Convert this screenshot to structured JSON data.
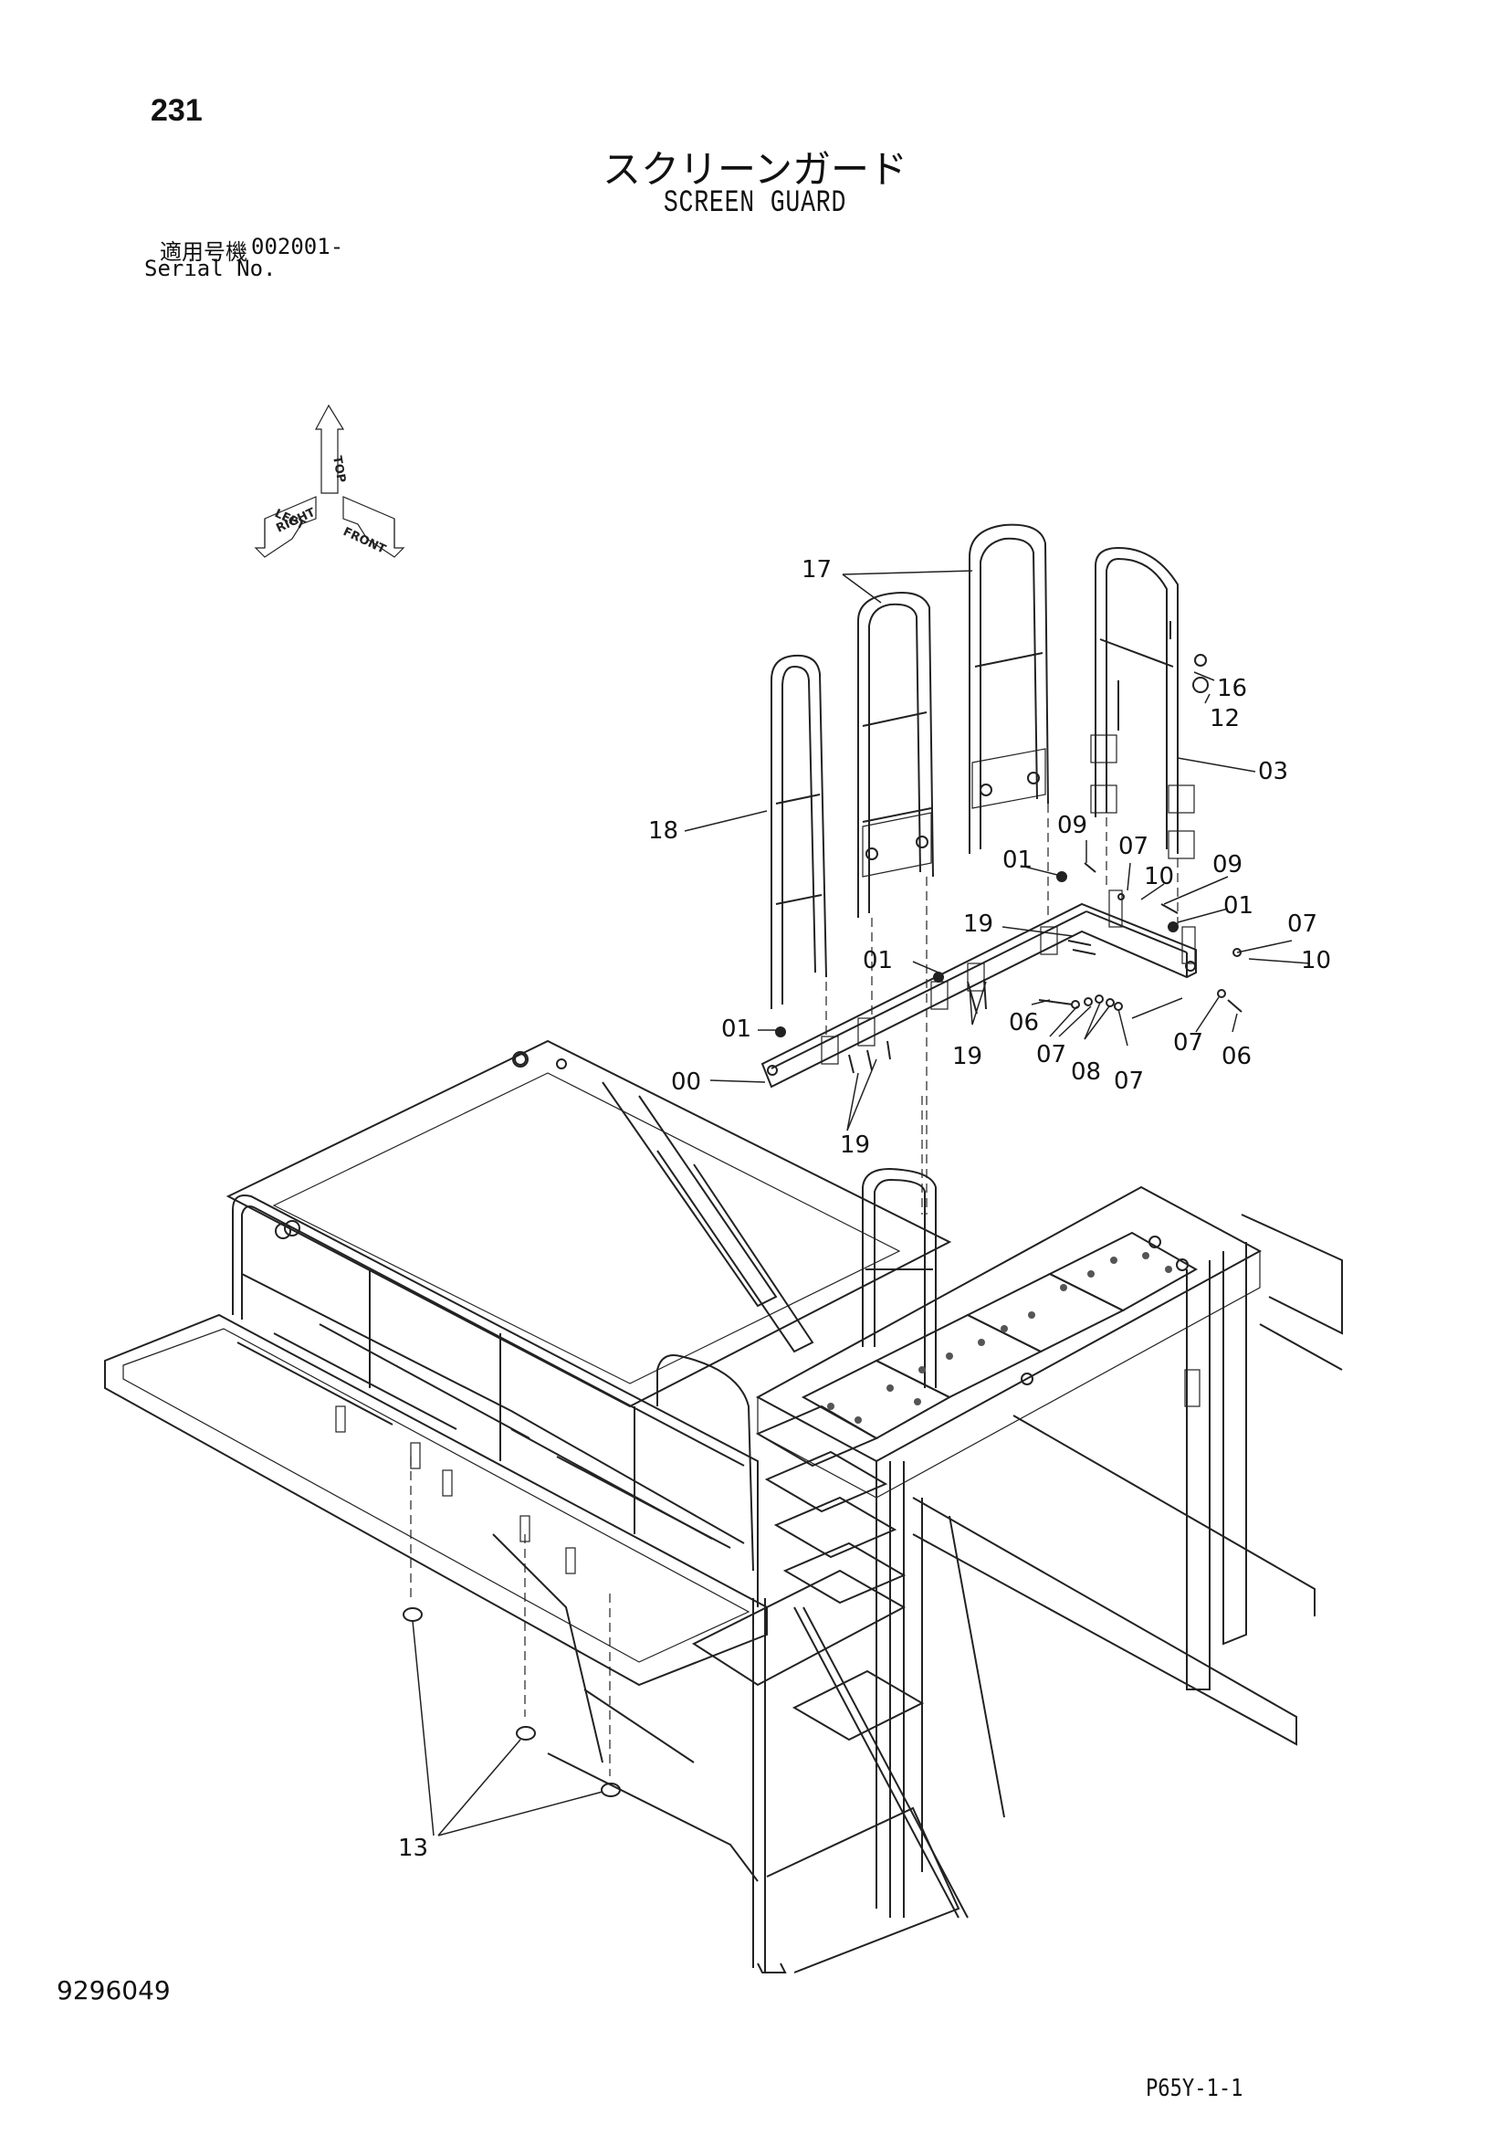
{
  "header": {
    "page_number": "231",
    "title_jp": "スクリーンガード",
    "title_en": "SCREEN GUARD",
    "serial_label_jp": "適用号機",
    "serial_value": "002001-",
    "serial_label_en": "Serial No."
  },
  "orientation": {
    "top": "TOP",
    "left": "LEFT",
    "right": "RIGHT",
    "front": "FRONT"
  },
  "callouts": {
    "c00": "00",
    "c01a": "01",
    "c01b": "01",
    "c01c": "01",
    "c01d": "01",
    "c03": "03",
    "c06a": "06",
    "c06b": "06",
    "c07a": "07",
    "c07b": "07",
    "c07c": "07",
    "c07d": "07",
    "c07e": "07",
    "c08": "08",
    "c09a": "09",
    "c09b": "09",
    "c10a": "10",
    "c10b": "10",
    "c12": "12",
    "c13": "13",
    "c16": "16",
    "c17": "17",
    "c18": "18",
    "c19a": "19",
    "c19b": "19",
    "c19c": "19"
  },
  "footer": {
    "doc_code": "9296049",
    "sheet_code": "P65Y-1-1"
  }
}
